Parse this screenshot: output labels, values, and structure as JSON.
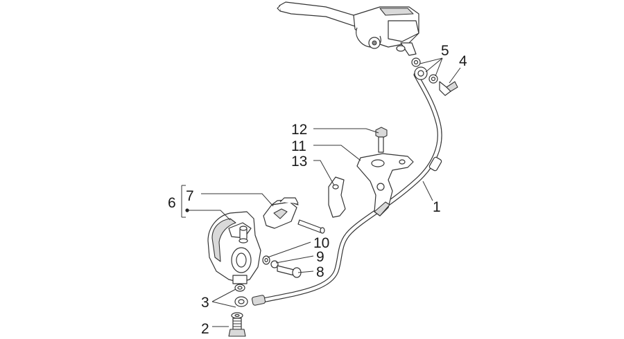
{
  "diagram": {
    "callouts": [
      {
        "id": "1",
        "label": "1"
      },
      {
        "id": "2",
        "label": "2"
      },
      {
        "id": "3",
        "label": "3"
      },
      {
        "id": "4",
        "label": "4"
      },
      {
        "id": "5",
        "label": "5"
      },
      {
        "id": "6",
        "label": "6"
      },
      {
        "id": "7",
        "label": "7"
      },
      {
        "id": "8",
        "label": "8"
      },
      {
        "id": "9",
        "label": "9"
      },
      {
        "id": "10",
        "label": "10"
      },
      {
        "id": "11",
        "label": "11"
      },
      {
        "id": "12",
        "label": "12"
      },
      {
        "id": "13",
        "label": "13"
      }
    ],
    "colors": {
      "line": "#333333",
      "shade": "#d9d9d9",
      "background": "#ffffff"
    }
  }
}
